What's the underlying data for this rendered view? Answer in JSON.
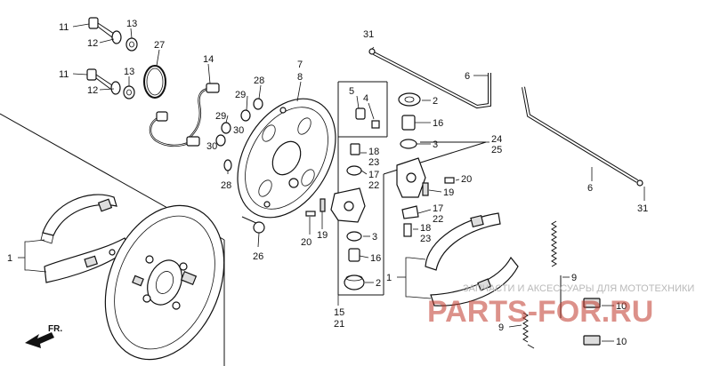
{
  "labels": {
    "l1a": "1",
    "l1b": "1",
    "l2a": "2",
    "l2b": "2",
    "l3a": "3",
    "l3b": "3",
    "l4": "4",
    "l5": "5",
    "l6a": "6",
    "l6b": "6",
    "l7": "7",
    "l8": "8",
    "l9a": "9",
    "l9b": "9",
    "l10a": "10",
    "l10b": "10",
    "l11a": "11",
    "l11b": "11",
    "l12a": "12",
    "l12b": "12",
    "l13a": "13",
    "l13b": "13",
    "l14": "14",
    "l15": "15",
    "l16a": "16",
    "l16b": "16",
    "l17a": "17",
    "l17b": "17",
    "l18a": "18",
    "l18b": "18",
    "l19a": "19",
    "l19b": "19",
    "l20a": "20",
    "l20b": "20",
    "l21": "21",
    "l22a": "22",
    "l22b": "22",
    "l23a": "23",
    "l23b": "23",
    "l24": "24",
    "l25": "25",
    "l26": "26",
    "l27": "27",
    "l28a": "28",
    "l28b": "28",
    "l29a": "29",
    "l29b": "29",
    "l30a": "30",
    "l30b": "30",
    "l31a": "31",
    "l31b": "31"
  },
  "direction": "FR.",
  "watermark": {
    "tagline": "ЗАПЧАСТИ И АКСЕССУАРЫ ДЛЯ МОТОТЕХНИКИ",
    "logo": "PARTS-FOR.RU"
  },
  "colors": {
    "ink": "#111111",
    "watermark_red": "#c0392b",
    "watermark_gray": "#b9b9b9"
  }
}
